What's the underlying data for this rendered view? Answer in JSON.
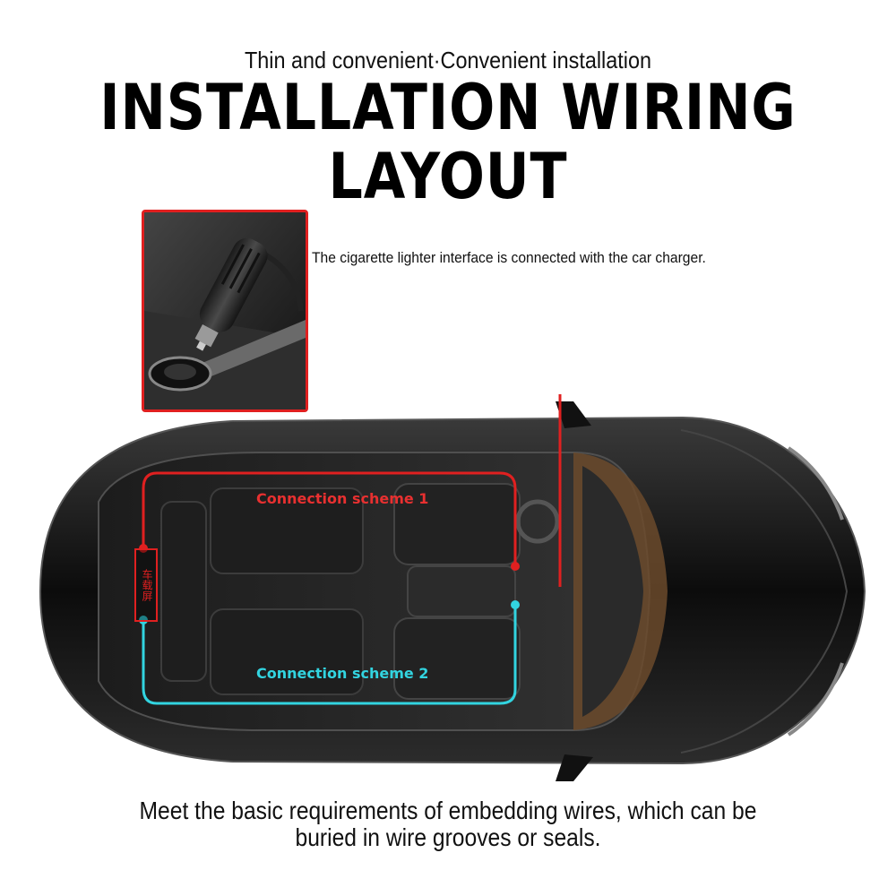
{
  "header": {
    "subtitle": "Thin and convenient·Convenient installation",
    "title": "INSTALLATION WIRING LAYOUT"
  },
  "callout": {
    "text": "The cigarette lighter interface is connected with the car charger."
  },
  "diagram": {
    "scheme1_label": "Connection scheme 1",
    "scheme2_label": "Connection scheme 2",
    "screen_tag": "车载屏",
    "colors": {
      "scheme1": "#e02020",
      "scheme2": "#32d4e0",
      "frame": "#e02020"
    }
  },
  "footer": {
    "line1": "Meet the basic requirements of embedding wires, which can be",
    "line2": "buried in wire grooves or seals."
  }
}
